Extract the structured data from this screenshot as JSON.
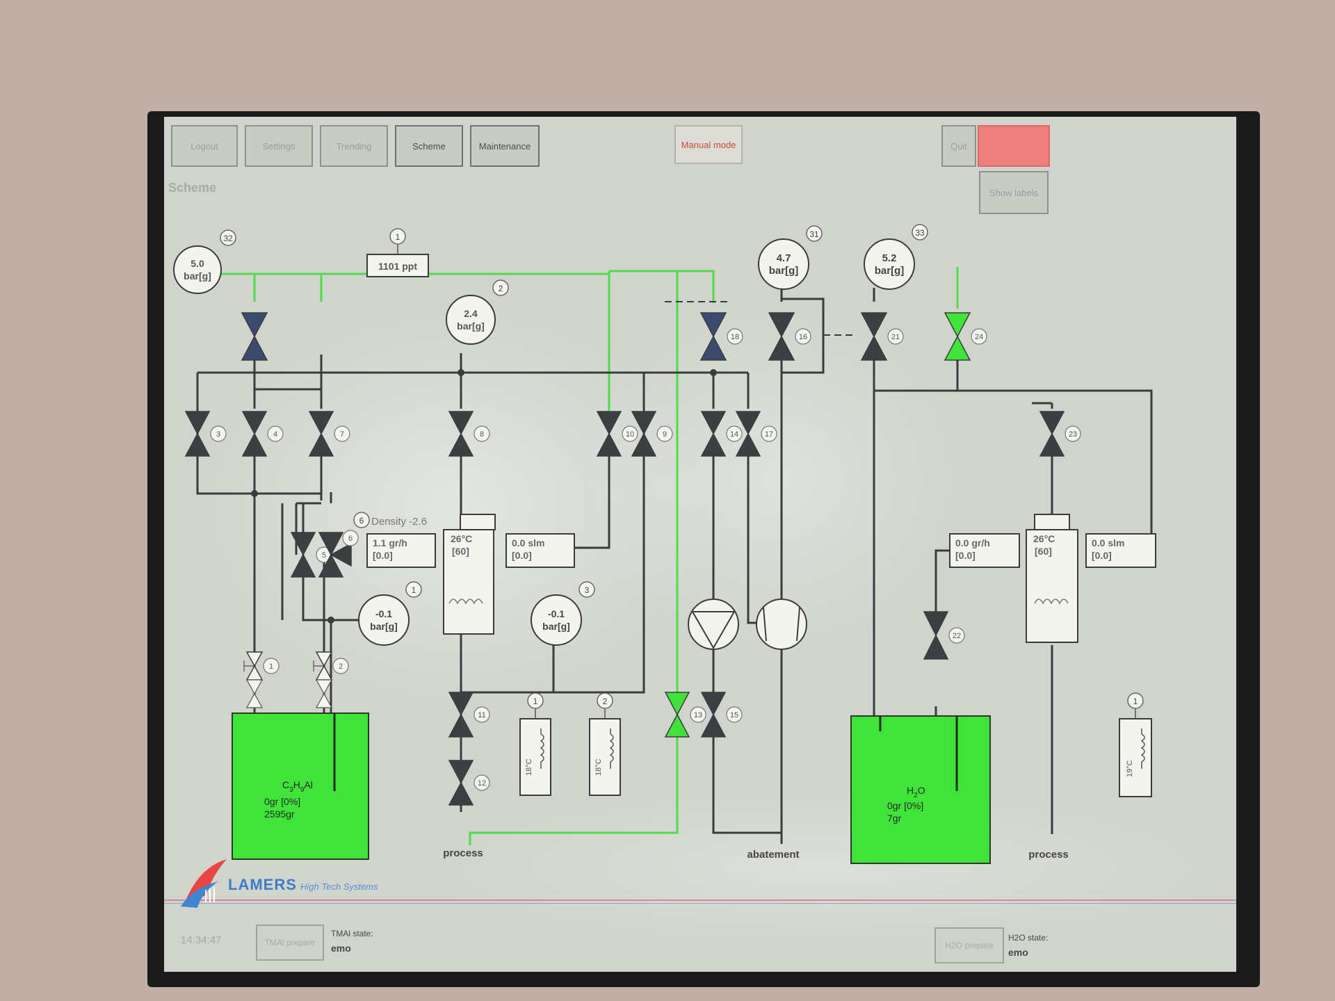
{
  "nav": {
    "logout": "Logout",
    "settings": "Settings",
    "trending": "Trending",
    "scheme": "Scheme",
    "maintenance": "Maintenance",
    "manual_mode": "Manual mode",
    "quit": "Quit",
    "show_labels": "Show labels"
  },
  "page_title": "Scheme",
  "gauges": [
    {
      "id": "32",
      "value": "5.0",
      "unit": "bar[g]"
    },
    {
      "id": "2",
      "value": "2.4",
      "unit": "bar[g]"
    },
    {
      "id": "31",
      "value": "4.7",
      "unit": "bar[g]"
    },
    {
      "id": "33",
      "value": "5.2",
      "unit": "bar[g]"
    },
    {
      "id": "1",
      "value": "-0.1",
      "unit": "bar[g]"
    },
    {
      "id": "3",
      "value": "-0.1",
      "unit": "bar[g]"
    }
  ],
  "sensor_ppt": {
    "id": "1",
    "value": "1101 ppt"
  },
  "density": {
    "id": "6",
    "label": "Density -2.6"
  },
  "tmal_line": {
    "flow_gh": [
      "1.1 gr/h",
      "[0.0]"
    ],
    "temp": [
      "26°C",
      "[60]"
    ],
    "flow_slm": [
      "0.0 slm",
      "[0.0]"
    ]
  },
  "h2o_line": {
    "flow_gh": [
      "0.0 gr/h",
      "[0.0]"
    ],
    "temp": [
      "26°C",
      "[60]"
    ],
    "flow_slm": [
      "0.0 slm",
      "[0.0]"
    ]
  },
  "valves": [
    "3",
    "4",
    "7",
    "5",
    "6",
    "8",
    "10",
    "9",
    "14",
    "17",
    "18",
    "16",
    "21",
    "24",
    "23",
    "22",
    "11",
    "12",
    "13",
    "15",
    "1",
    "2"
  ],
  "heaters": [
    {
      "id": "1",
      "temp": "18°C"
    },
    {
      "id": "2",
      "temp": "18°C"
    },
    {
      "id": "1",
      "temp": "19°C"
    }
  ],
  "tanks": {
    "tmal": {
      "formula_base": [
        "C",
        "H",
        "Al"
      ],
      "formula_sub": [
        "3",
        "9"
      ],
      "amount": "0gr [0%]",
      "total": "2595gr"
    },
    "h2o": {
      "formula_base": [
        "H",
        "O"
      ],
      "formula_sub": [
        "2"
      ],
      "amount": "0gr [0%]",
      "total": "7gr"
    }
  },
  "outlets": {
    "process_left": "process",
    "abatement": "abatement",
    "process_right": "process"
  },
  "footer": {
    "brand": "LAMERS",
    "brand_sub": "High Tech Systems",
    "clock": "14:34:47",
    "tmal_prepare": "TMAl prepare",
    "tmal_state_label": "TMAl state:",
    "tmal_state_value": "emo",
    "h2o_prepare": "H2O prepare",
    "h2o_state_label": "H2O state:",
    "h2o_state_value": "emo"
  },
  "colors": {
    "active_green": "#41e23a",
    "inactive_valve": "#3d4043",
    "selected_valve": "#3c4a6e",
    "pipe_green": "#4fdc4a",
    "pipe_dark": "#3a3c3c"
  }
}
